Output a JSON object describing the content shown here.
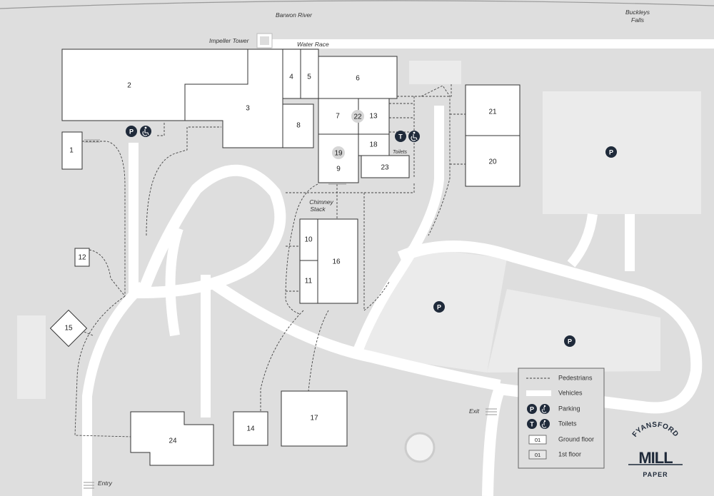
{
  "labels": {
    "river": "Barwon River",
    "falls_line1": "Buckleys",
    "falls_line2": "Falls",
    "impeller": "Impeller Tower",
    "water_race": "Water Race",
    "chimney_line1": "Chimney",
    "chimney_line2": "Stack",
    "toilets": "Toilets",
    "exit": "Exit",
    "entry": "Entry"
  },
  "buildings": [
    "1",
    "2",
    "3",
    "4",
    "5",
    "6",
    "7",
    "8",
    "9",
    "10",
    "11",
    "12",
    "13",
    "14",
    "15",
    "16",
    "17",
    "18",
    "19",
    "20",
    "21",
    "22",
    "23",
    "24"
  ],
  "icons": {
    "parking": "P",
    "toilet": "T",
    "accessible": "accessible-icon"
  },
  "legend": {
    "pedestrians": "Pedestrians",
    "vehicles": "Vehicles",
    "parking": "Parking",
    "toilets": "Toilets",
    "ground_badge": "01",
    "ground_floor": "Ground floor",
    "first_badge": "01",
    "first_floor": "1st floor"
  },
  "logo": {
    "top": "FYANSFORD",
    "middle": "MILL",
    "bottom": "PAPER"
  },
  "colors": {
    "background": "#dedede",
    "road": "#ffffff",
    "building": "#ffffff",
    "carpark": "#ebebeb",
    "icon": "#1f2a3a"
  }
}
